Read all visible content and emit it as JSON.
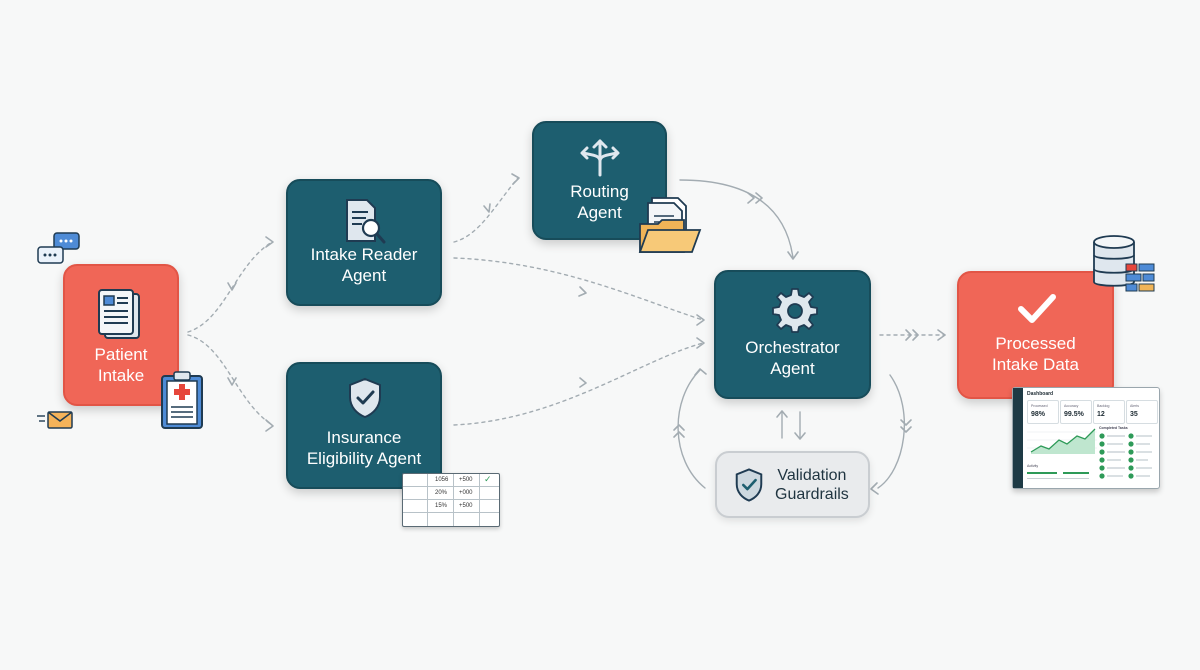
{
  "nodes": {
    "patient_intake": "Patient\nIntake",
    "intake_reader": "Intake Reader\nAgent",
    "insurance": "Insurance\nEligibility Agent",
    "routing": "Routing\nAgent",
    "orchestrator": "Orchestrator\nAgent",
    "validation": "Validation\nGuardrails",
    "processed": "Processed\nIntake Data"
  },
  "insurance_table": {
    "rows": [
      [
        "1056",
        "+500",
        "✓"
      ],
      [
        "20%",
        "+000",
        ""
      ],
      [
        "15%",
        "+500",
        ""
      ]
    ]
  },
  "dashboard": {
    "title": "Dashboard",
    "kpis": [
      {
        "label": "Processed",
        "value": "98%"
      },
      {
        "label": "Accuracy",
        "value": "99.5%"
      },
      {
        "label": "Backlog",
        "value": "12"
      },
      {
        "label": "Alerts",
        "value": "35"
      }
    ],
    "tasks_title": "Completed Tasks",
    "activity_title": "Activity"
  },
  "colors": {
    "teal": "#1d5e6f",
    "coral": "#f06657",
    "guardrail_grey": "#e9ebed",
    "connector": "#9ea8ae"
  }
}
